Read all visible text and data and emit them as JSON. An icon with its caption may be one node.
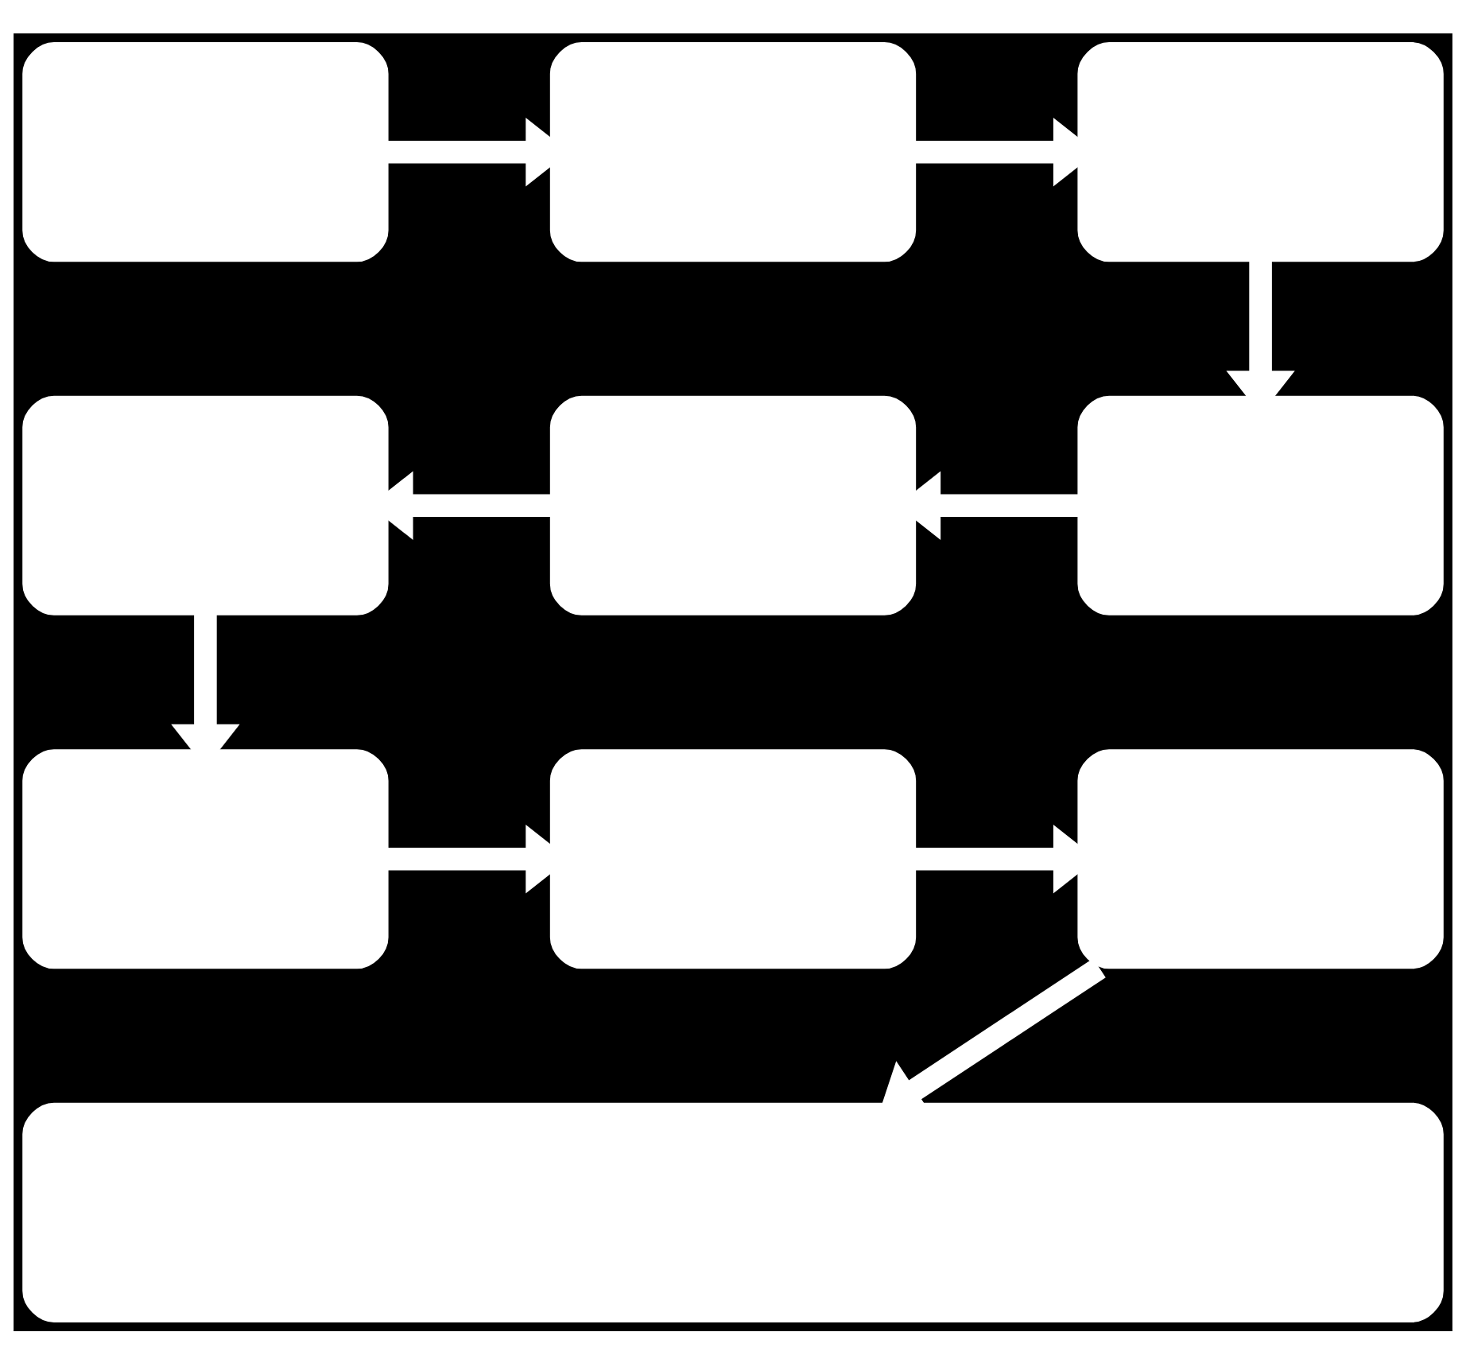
{
  "diagram": {
    "nodes": [
      {
        "text": [],
        "shape": "box"
      },
      {
        "text": [],
        "shape": "box"
      },
      {
        "text": [],
        "shape": "box"
      },
      {
        "text": [],
        "shape": "box"
      },
      {
        "text": [],
        "shape": "box"
      },
      {
        "text": [],
        "shape": "box"
      },
      {
        "text": [],
        "shape": "box"
      },
      {
        "text": [],
        "shape": "box"
      },
      {
        "text": [],
        "shape": "box"
      },
      {
        "text": [],
        "shape": "box"
      }
    ],
    "edges": [
      {
        "from": 0,
        "to": 1,
        "arrow": "to"
      },
      {
        "from": 1,
        "to": 2,
        "arrow": "to"
      },
      {
        "from": 2,
        "to": 3,
        "arrow": "to"
      },
      {
        "from": 3,
        "to": 4,
        "arrow": "to"
      },
      {
        "from": 4,
        "to": 5,
        "arrow": "to"
      },
      {
        "from": 5,
        "to": 6,
        "arrow": "to"
      },
      {
        "from": 6,
        "to": 7,
        "arrow": "to"
      },
      {
        "from": 7,
        "to": 8,
        "arrow": "to"
      },
      {
        "from": 8,
        "to": 9,
        "arrow": "to"
      }
    ]
  }
}
